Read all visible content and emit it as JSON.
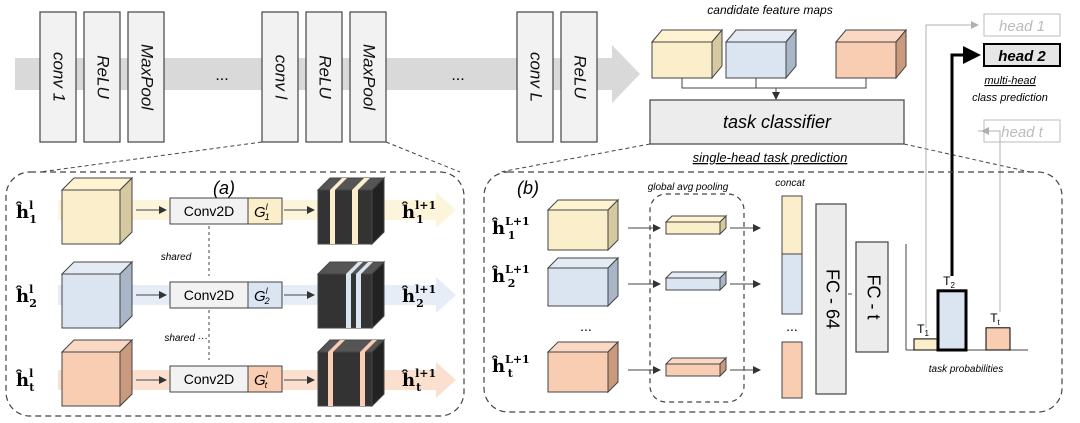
{
  "top": {
    "layers_group1": [
      "conv 1",
      "ReLU",
      "MaxPool"
    ],
    "layers_group2": [
      "conv l",
      "ReLU",
      "MaxPool"
    ],
    "layers_group3": [
      "conv L",
      "ReLU"
    ],
    "ellipsis": "..."
  },
  "candidate_label": "candidate feature maps",
  "task_classifier": "task classifier",
  "single_head_label": "single-head task prediction",
  "heads": {
    "head1": "head 1",
    "head2": "head 2",
    "headt": "head t",
    "multi_head_label_line1": "multi-head",
    "multi_head_label_line2": "class prediction"
  },
  "panel_a": {
    "title": "(a)",
    "conv_label": "Conv2D",
    "shared_label": "shared",
    "shared_label2": "shared ···",
    "h_sub": [
      "1",
      "2",
      "t"
    ],
    "h_sup_in": "l",
    "h_sup_out": "l+1",
    "g_label": "G",
    "g_sup": "l"
  },
  "panel_b": {
    "title": "(b)",
    "gap_label": "global avg pooling",
    "concat_label": "concat",
    "fc64": "FC - 64",
    "fct": "FC - t",
    "dots": "...",
    "task_prob_label": "task probabilities",
    "h_sup": "L+1",
    "h_sub": [
      "1",
      "2",
      "t"
    ],
    "bars": [
      {
        "label": "T",
        "sub": "1",
        "value": 0.15
      },
      {
        "label": "T",
        "sub": "2",
        "value": 0.8
      },
      {
        "label": "T",
        "sub": "t",
        "value": 0.3
      }
    ]
  },
  "colors": {
    "yellow": "#fbeecb",
    "blue": "#dbe5f2",
    "orange": "#f8cdb2",
    "grey_box": "#e8e8e8",
    "dark": "#333333"
  }
}
